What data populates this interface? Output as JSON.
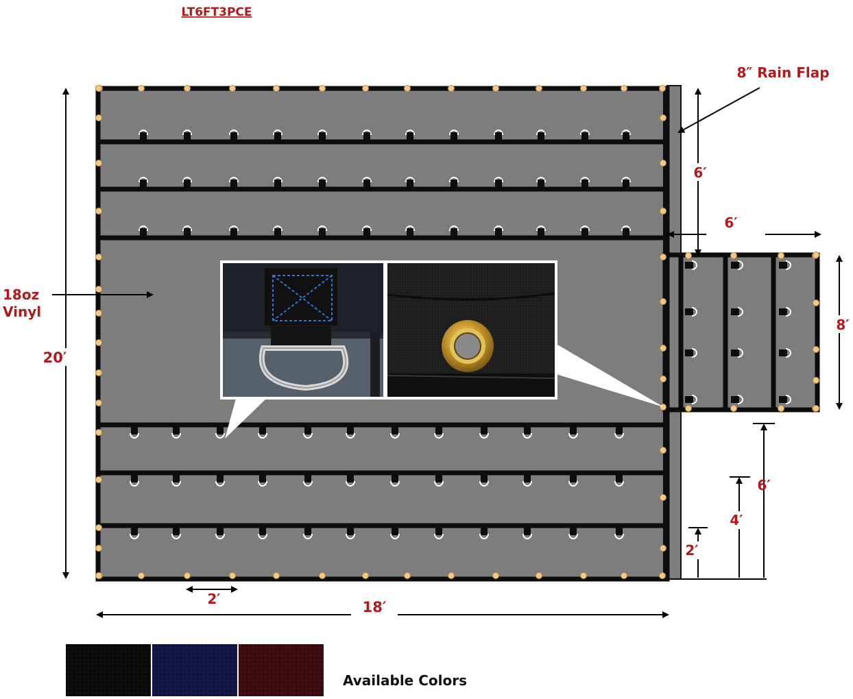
{
  "sku": "LT6FT3PCE",
  "labels": {
    "rain_flap": "8″ Rain Flap",
    "material_line1": "18oz",
    "material_line2": "Vinyl",
    "height_total": "20′",
    "width_total": "18′",
    "spacing": "2′",
    "flap_height": "6′",
    "flap_width": "6′",
    "flap_length": "8′",
    "right_6": "6′",
    "right_4": "4′",
    "right_2": "2′",
    "available_colors": "Available Colors"
  },
  "colors": {
    "tarp": "#7d7d7d",
    "strap": "#0d0d0d",
    "grommet": "#f2c988",
    "swatches": [
      "#151515",
      "#2a2ea3",
      "#8b1a22"
    ]
  },
  "icons": {
    "d_ring": "d-ring-closeup",
    "grommet": "brass-grommet-closeup"
  }
}
